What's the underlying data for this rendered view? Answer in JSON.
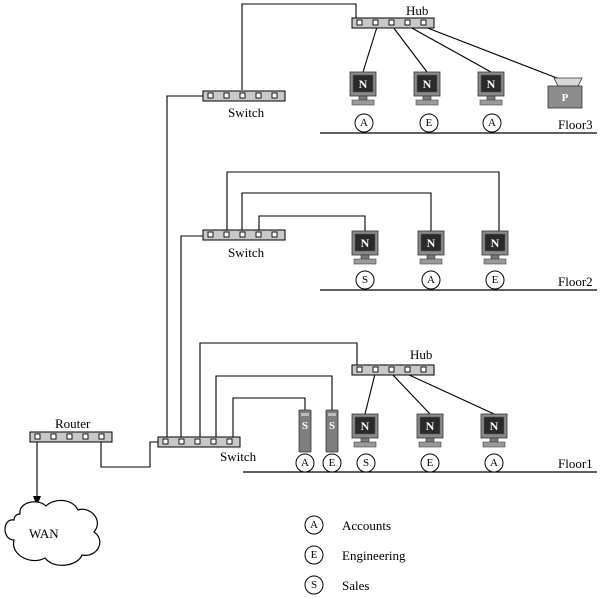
{
  "labels": {
    "hub_top": "Hub",
    "switch_top": "Switch",
    "floor3": "Floor3",
    "switch_mid": "Switch",
    "floor2": "Floor2",
    "hub_bottom": "Hub",
    "switch_bottom": "Switch",
    "router": "Router",
    "floor1": "Floor1",
    "wan": "WAN"
  },
  "floor3": {
    "workstations": [
      {
        "letter": "N",
        "dept": "A"
      },
      {
        "letter": "N",
        "dept": "E"
      },
      {
        "letter": "N",
        "dept": "A"
      }
    ],
    "printer_letter": "P"
  },
  "floor2": {
    "workstations": [
      {
        "letter": "N",
        "dept": "S"
      },
      {
        "letter": "N",
        "dept": "A"
      },
      {
        "letter": "N",
        "dept": "E"
      }
    ]
  },
  "floor1": {
    "servers": [
      {
        "letter": "S",
        "dept": "A"
      },
      {
        "letter": "S",
        "dept": "E"
      }
    ],
    "workstations": [
      {
        "letter": "N",
        "dept": "S"
      },
      {
        "letter": "N",
        "dept": "E"
      },
      {
        "letter": "N",
        "dept": "A"
      }
    ]
  },
  "legend": [
    {
      "code": "A",
      "label": "Accounts"
    },
    {
      "code": "E",
      "label": "Engineering"
    },
    {
      "code": "S",
      "label": "Sales"
    }
  ]
}
